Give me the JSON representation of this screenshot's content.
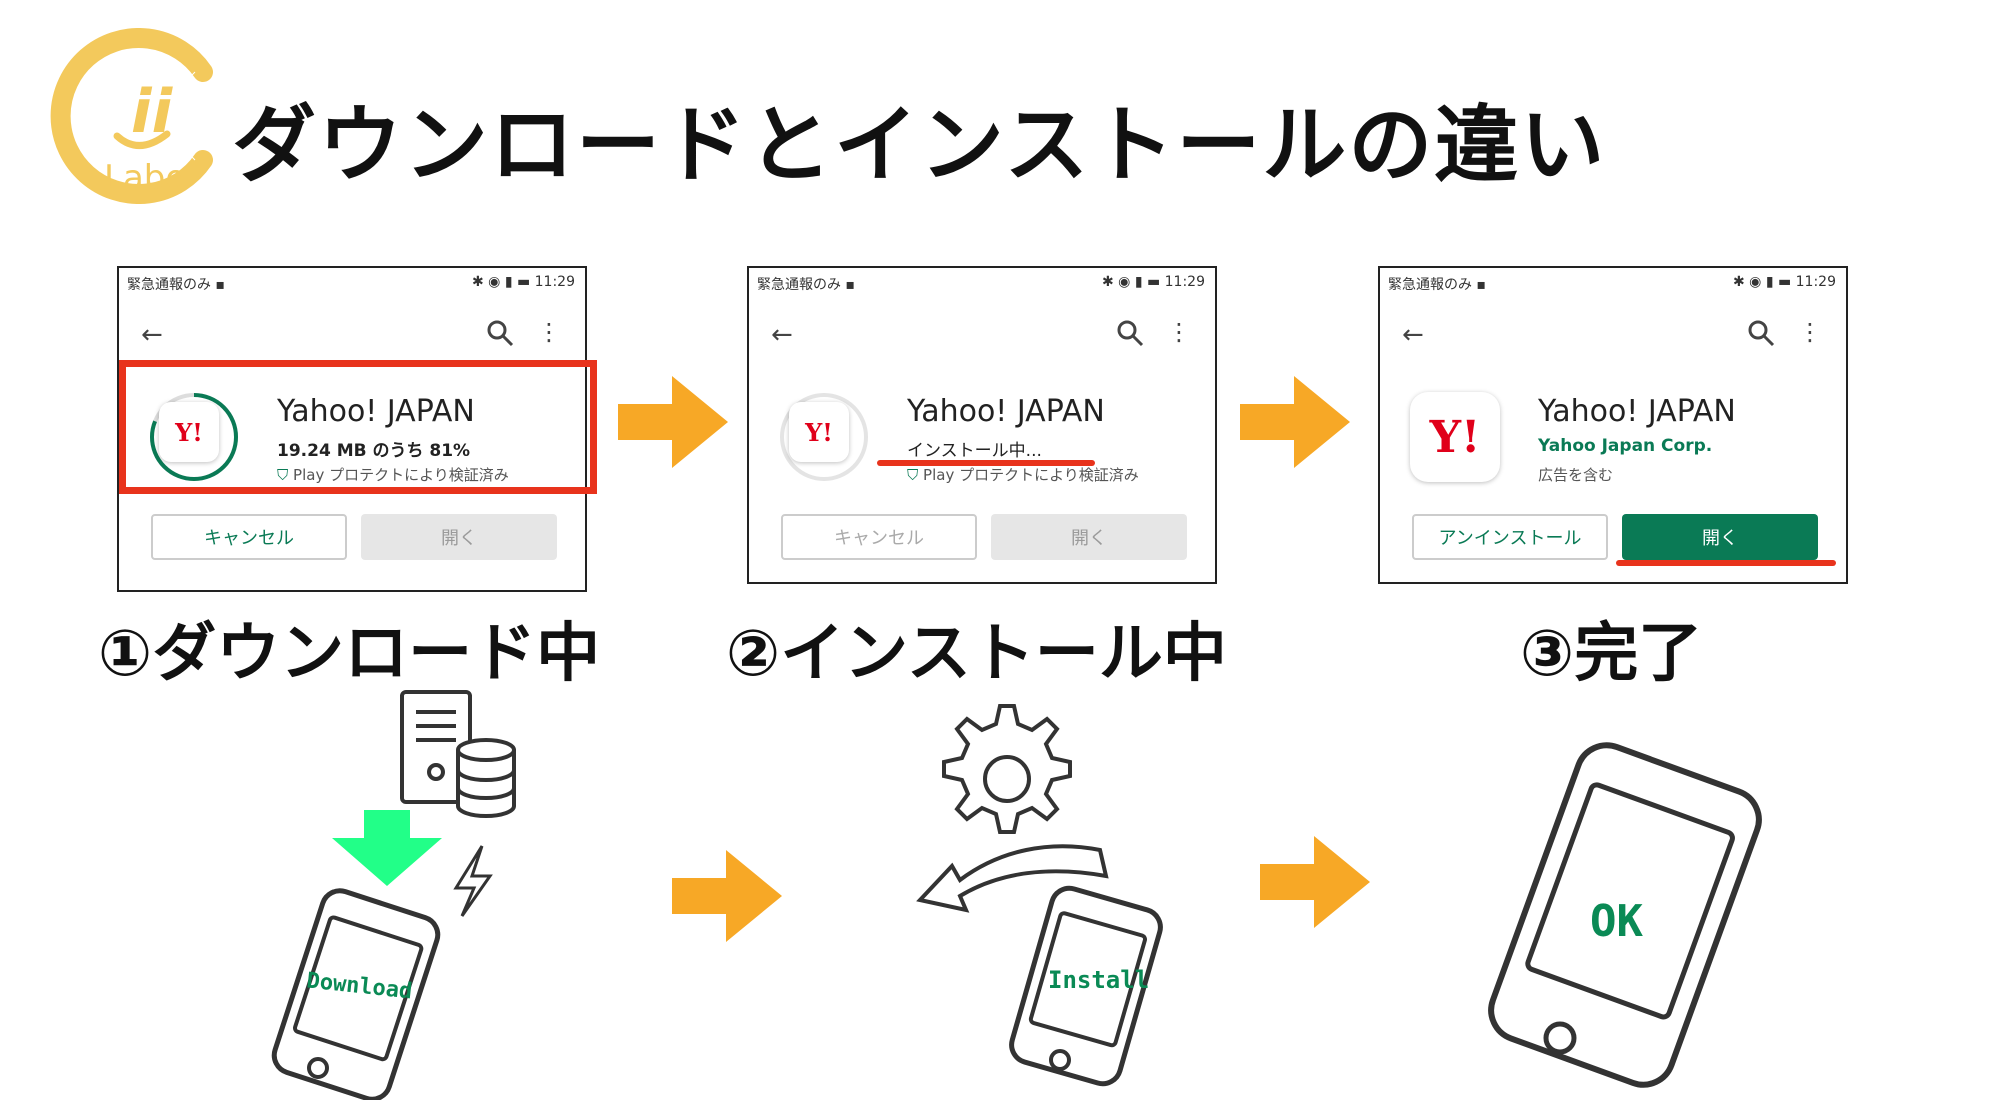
{
  "logo": {
    "text": "Labo",
    "ring_color": "#f3c95c",
    "face_color": "#f3c95c"
  },
  "title": "ダウンロードとインストールの違い",
  "colors": {
    "accent_arrow": "#f7a826",
    "red_highlight": "#e8331c",
    "play_green": "#0a7a55",
    "download_arrow": "#22ff88"
  },
  "panels": [
    {
      "status_left": "緊急通報のみ ▪",
      "status_right": "✱ ◉ ▮ ▬ 11:29",
      "app_name": "Yahoo! JAPAN",
      "app_icon_text": "Y!",
      "sub_text": "19.24 MB のうち 81%",
      "protect_text": "Play プロテクトにより検証済み",
      "buttons": [
        "キャンセル",
        "開く"
      ],
      "progress": 0.81
    },
    {
      "status_left": "緊急通報のみ ▪",
      "status_right": "✱ ◉ ▮ ▬ 11:29",
      "app_name": "Yahoo! JAPAN",
      "app_icon_text": "Y!",
      "sub_text": "インストール中...",
      "protect_text": "Play プロテクトにより検証済み",
      "buttons": [
        "キャンセル",
        "開く"
      ]
    },
    {
      "status_left": "緊急通報のみ ▪",
      "status_right": "✱ ◉ ▮ ▬ 11:29",
      "app_name": "Yahoo! JAPAN",
      "app_icon_text": "Y!",
      "sub_text": "Yahoo Japan Corp.",
      "ad_text": "広告を含む",
      "buttons": [
        "アンインストール",
        "開く"
      ]
    }
  ],
  "steps": [
    "①ダウンロード中",
    "②インストール中",
    "③完了"
  ],
  "phones": [
    "Download",
    "Install",
    "OK"
  ],
  "icons": [
    "logo-face-icon",
    "back-arrow-icon",
    "search-icon",
    "more-vert-icon",
    "shield-icon",
    "server-icon",
    "database-icon",
    "download-arrow-icon",
    "lightning-icon",
    "gear-icon",
    "curved-arrow-icon",
    "smartphone-icon",
    "right-arrow-icon"
  ]
}
